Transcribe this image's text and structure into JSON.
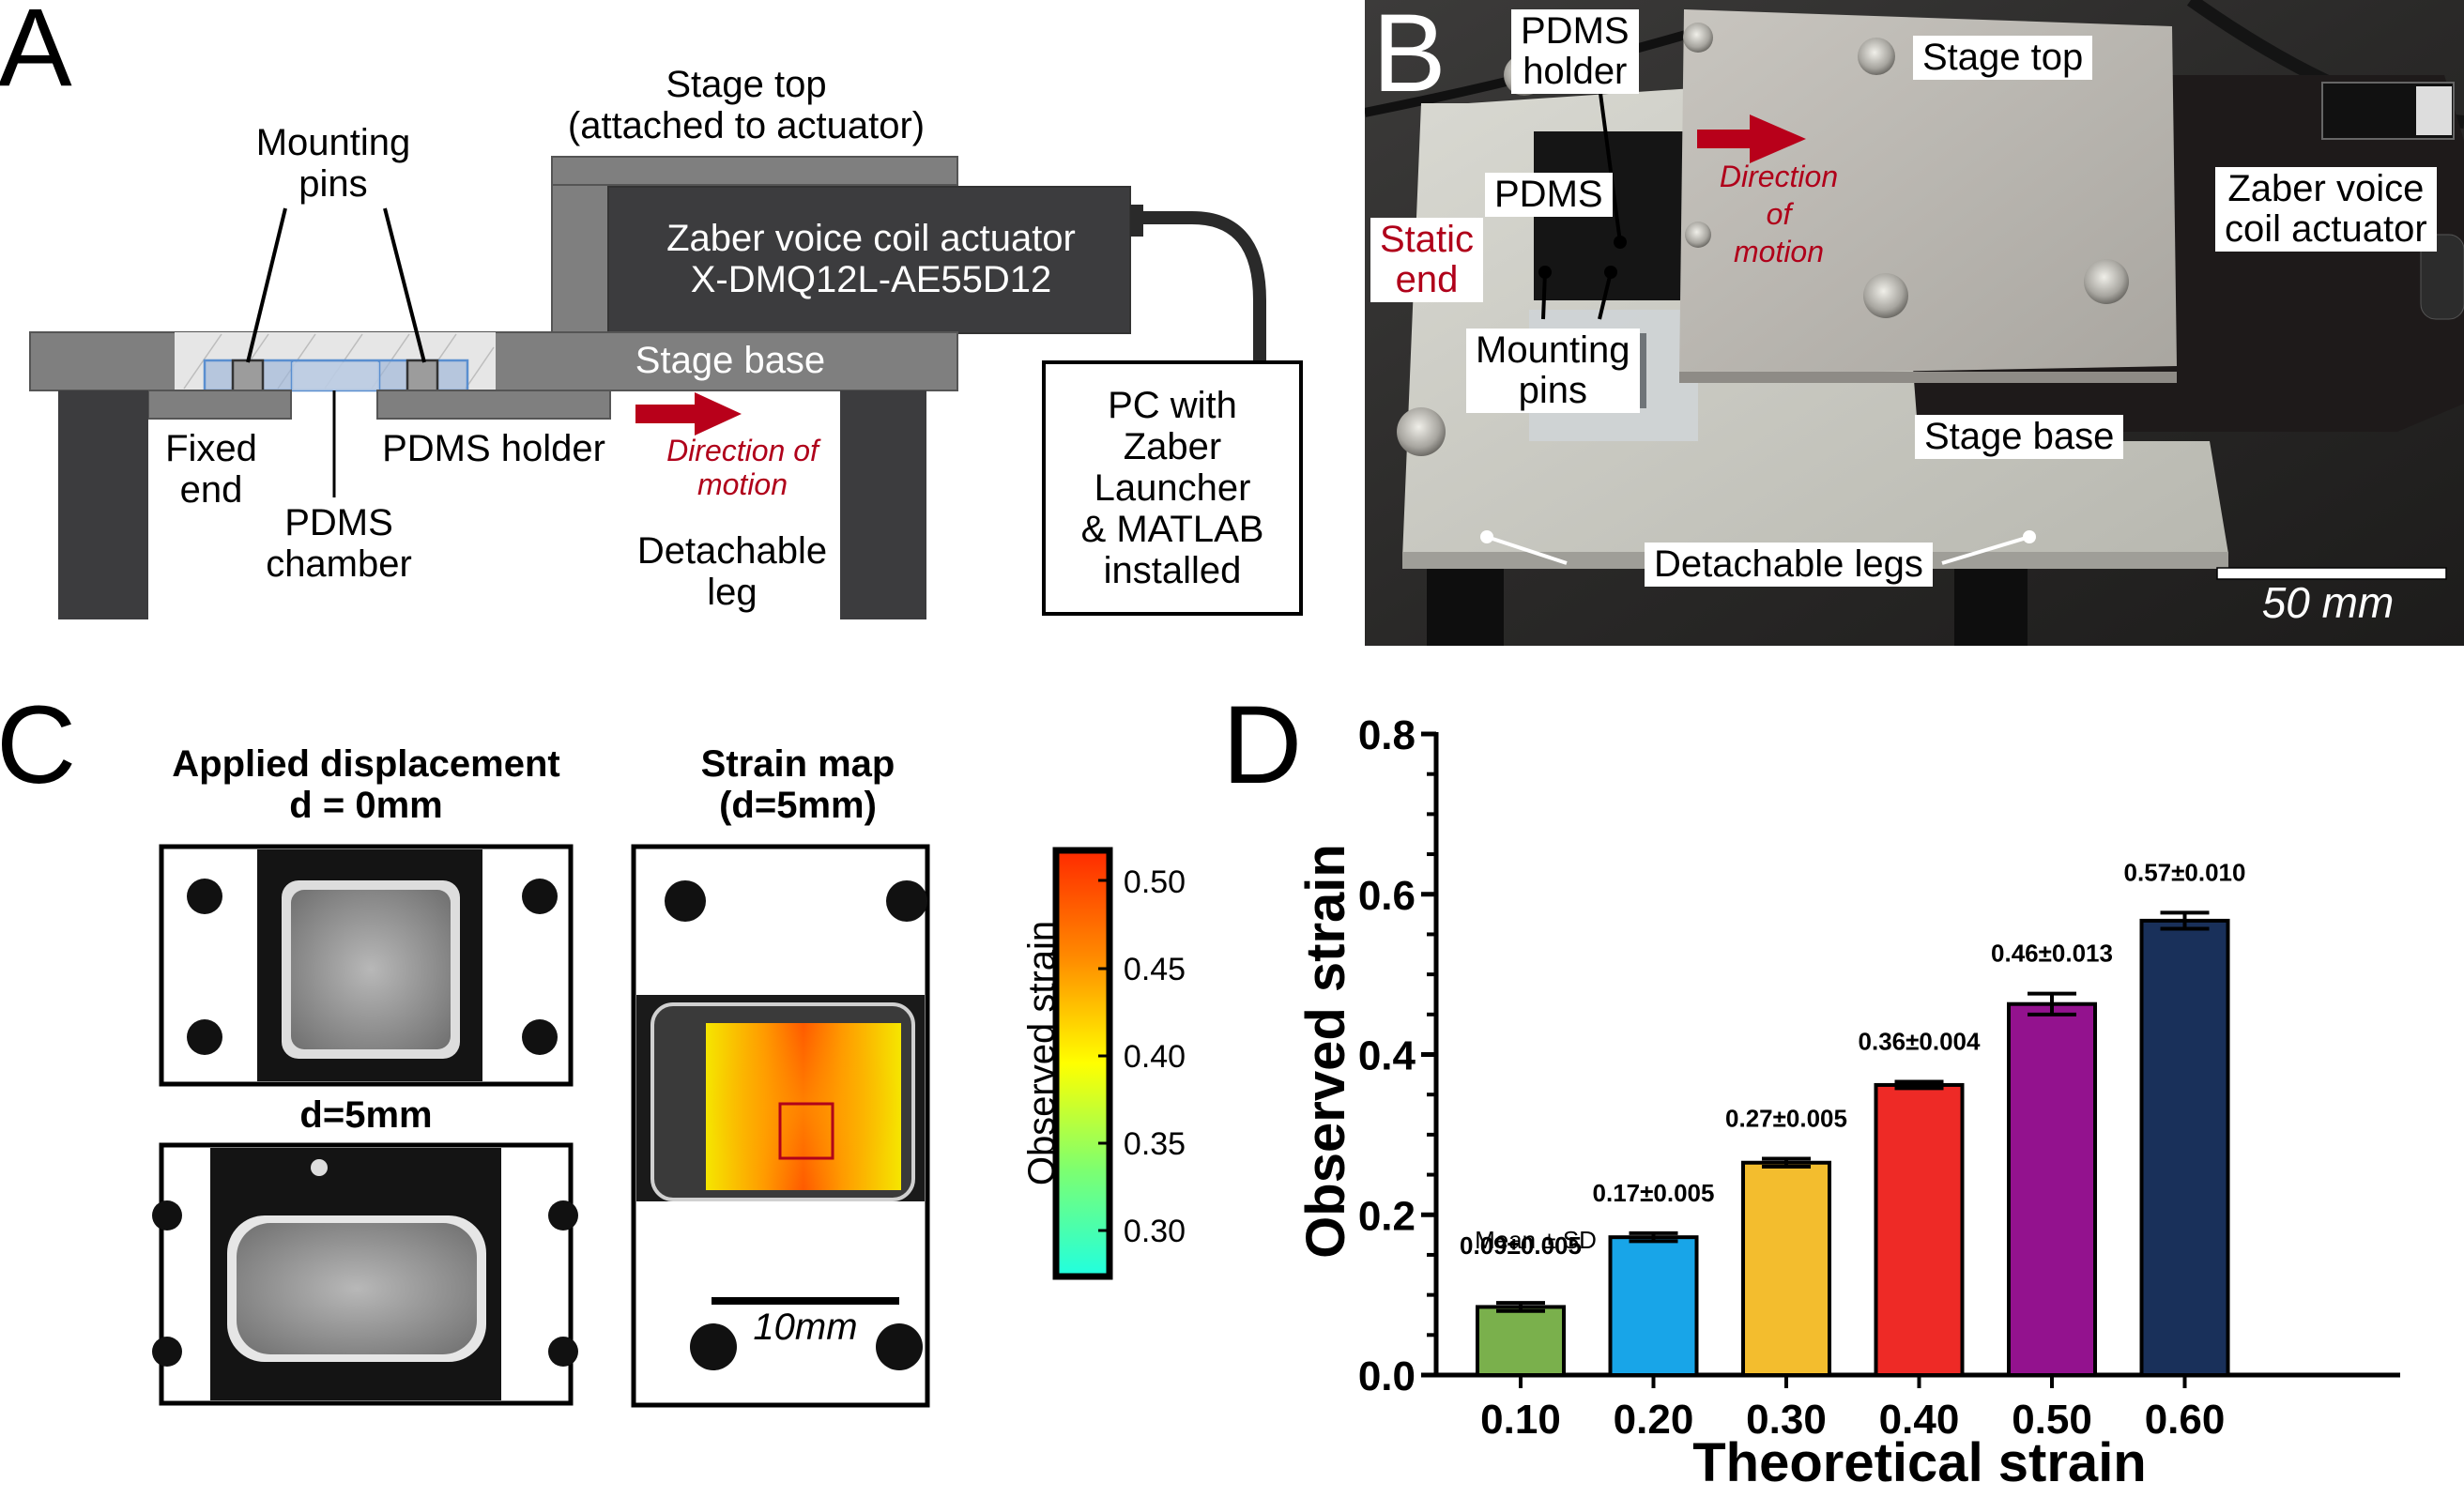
{
  "figure": {
    "panels": {
      "A": {
        "letter": "A",
        "labels": {
          "stage_top": "Stage top\n(attached to actuator)",
          "mounting_pins": "Mounting\npins",
          "actuator": "Zaber voice coil actuator\nX-DMQ12L-AE55D12",
          "stage_base": "Stage base",
          "fixed_end": "Fixed\nend",
          "pdms_holder": "PDMS holder",
          "pdms_chamber": "PDMS\nchamber",
          "direction": "Direction of\nmotion",
          "detachable_leg": "Detachable\nleg",
          "pc": "PC with\nZaber\nLauncher\n& MATLAB\ninstalled"
        }
      },
      "B": {
        "letter": "B",
        "labels": {
          "pdms_holder": "PDMS\nholder",
          "stage_top": "Stage top",
          "pdms": "PDMS",
          "direction": "Direction\nof\nmotion",
          "static_end": "Static\nend",
          "mounting_pins": "Mounting\npins",
          "actuator": "Zaber voice\ncoil actuator",
          "stage_base": "Stage base",
          "legs": "Detachable legs",
          "scale": "50 mm"
        }
      },
      "C": {
        "letter": "C",
        "title_left": "Applied displacement\nd = 0mm",
        "title_left_bottom": "d=5mm",
        "title_right": "Strain map\n(d=5mm)",
        "scale": "10mm",
        "colorbar": {
          "label": "Observed strain",
          "ticks": [
            "0.50",
            "0.45",
            "0.40",
            "0.35",
            "0.30"
          ],
          "range": [
            0.28,
            0.52
          ],
          "colors": [
            "#ff2a00",
            "#ff8a00",
            "#ffff00",
            "#7dff70",
            "#20ffe0"
          ]
        }
      },
      "D": {
        "letter": "D"
      }
    }
  },
  "chart_data": {
    "type": "bar",
    "title": "",
    "xlabel": "Theoretical strain",
    "ylabel": "Observed strain",
    "categories": [
      "0.10",
      "0.20",
      "0.30",
      "0.40",
      "0.50",
      "0.60"
    ],
    "values": [
      0.085,
      0.172,
      0.265,
      0.362,
      0.463,
      0.567
    ],
    "errors": [
      0.005,
      0.005,
      0.005,
      0.004,
      0.013,
      0.01
    ],
    "data_labels": [
      "0.09±0.005",
      "0.17±0.005",
      "0.27±0.005",
      "0.36±0.004",
      "0.46±0.013",
      "0.57±0.010"
    ],
    "annotation": "Mean ± SD",
    "colors": [
      "#7ab04c",
      "#18a5e8",
      "#f3bd2e",
      "#ee2a26",
      "#93128e",
      "#19305a"
    ],
    "ylim": [
      0,
      0.8
    ],
    "yticks": [
      "0.0",
      "0.2",
      "0.4",
      "0.6",
      "0.8"
    ],
    "ytick_values": [
      0,
      0.2,
      0.4,
      0.6,
      0.8
    ],
    "minor_tick_step": 0.05,
    "grid": false,
    "legend": "none"
  }
}
